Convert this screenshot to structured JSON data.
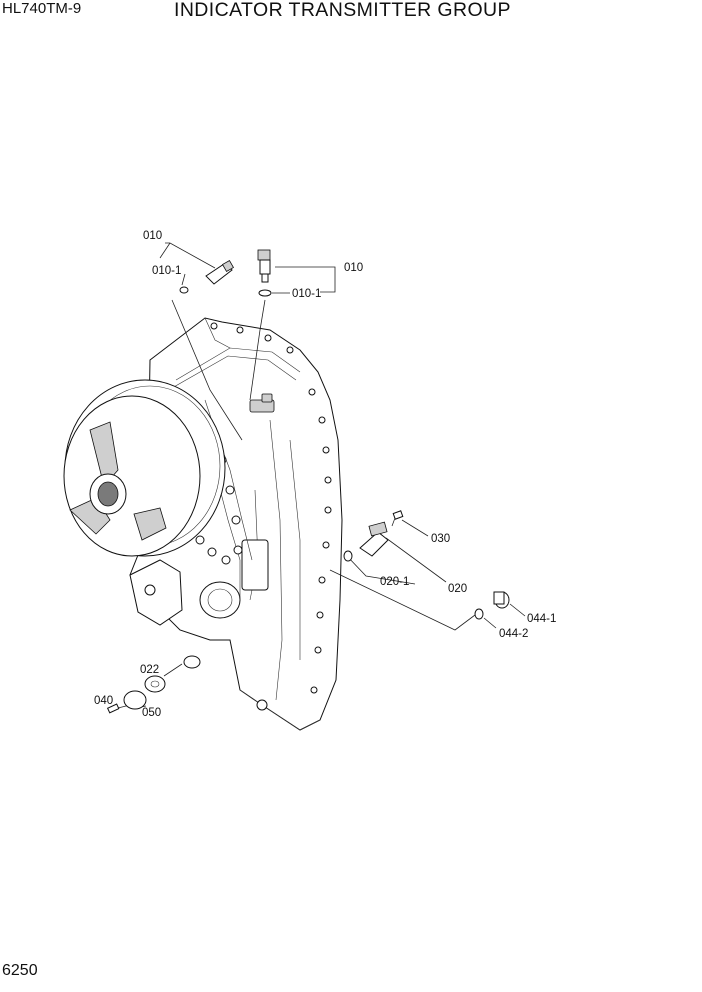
{
  "header": {
    "model_code": "HL740TM-9",
    "title": "INDICATOR TRANSMITTER GROUP"
  },
  "footer": {
    "page_number": "6250"
  },
  "callouts": {
    "c010_left": "010",
    "c010_1_left": "010-1",
    "c010_right": "010",
    "c010_1_right": "010-1",
    "c030": "030",
    "c020": "020",
    "c020_1": "020-1",
    "c044_1": "044-1",
    "c044_2": "044-2",
    "c022": "022",
    "c040": "040",
    "c050": "050"
  }
}
